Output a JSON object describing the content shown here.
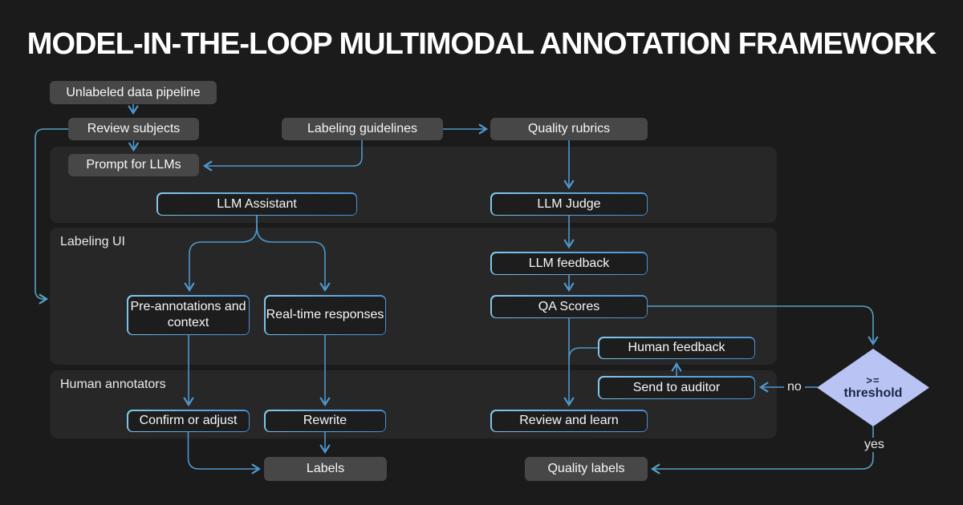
{
  "title": "MODEL-IN-THE-LOOP MULTIMODAL ANNOTATION FRAMEWORK",
  "colors": {
    "background": "#1b1b1b",
    "panel": "#272727",
    "gray_node_fill": "#474747",
    "outlined_node_fill": "#1d1d1d",
    "node_border_gradient_start": "#84c9ec",
    "node_border_gradient_end": "#4a8ed2",
    "arrow": "#4f97cb",
    "diamond_fill": "#b9c4f4",
    "diamond_text": "#1d2545",
    "text": "#f7f7f7"
  },
  "panels": {
    "llm_layer": {
      "label": ""
    },
    "labeling_ui": {
      "label": "Labeling UI"
    },
    "human_annotators": {
      "label": "Human annotators"
    }
  },
  "nodes": {
    "unlabeled_data_pipeline": {
      "label": "Unlabeled data pipeline",
      "style": "gray"
    },
    "review_subjects": {
      "label": "Review subjects",
      "style": "gray"
    },
    "labeling_guidelines": {
      "label": "Labeling guidelines",
      "style": "gray"
    },
    "quality_rubrics": {
      "label": "Quality rubrics",
      "style": "gray"
    },
    "prompt_for_llms": {
      "label": "Prompt for LLMs",
      "style": "gray"
    },
    "llm_assistant": {
      "label": "LLM Assistant",
      "style": "outlined"
    },
    "llm_judge": {
      "label": "LLM Judge",
      "style": "outlined"
    },
    "llm_feedback": {
      "label": "LLM feedback",
      "style": "outlined"
    },
    "qa_scores": {
      "label": "QA Scores",
      "style": "outlined"
    },
    "pre_annotations": {
      "label": "Pre-annotations and context",
      "style": "outlined"
    },
    "realtime_responses": {
      "label": "Real-time responses",
      "style": "outlined"
    },
    "human_feedback": {
      "label": "Human feedback",
      "style": "outlined"
    },
    "send_to_auditor": {
      "label": "Send to auditor",
      "style": "outlined"
    },
    "confirm_or_adjust": {
      "label": "Confirm or adjust",
      "style": "outlined"
    },
    "rewrite": {
      "label": "Rewrite",
      "style": "outlined"
    },
    "review_and_learn": {
      "label": "Review and learn",
      "style": "outlined"
    },
    "labels": {
      "label": "Labels",
      "style": "gray"
    },
    "quality_labels": {
      "label": "Quality labels",
      "style": "gray"
    }
  },
  "decision": {
    "line1": ">=",
    "line2": "threshold"
  },
  "branch_labels": {
    "no": "no",
    "yes": "yes"
  },
  "edges": [
    {
      "from": "unlabeled_data_pipeline",
      "to": "review_subjects"
    },
    {
      "from": "review_subjects",
      "to": "prompt_for_llms"
    },
    {
      "from": "review_subjects",
      "to": "labeling_ui_panel"
    },
    {
      "from": "labeling_guidelines",
      "to": "quality_rubrics"
    },
    {
      "from": "labeling_guidelines",
      "to": "prompt_for_llms"
    },
    {
      "from": "llm_assistant",
      "to": "pre_annotations"
    },
    {
      "from": "llm_assistant",
      "to": "realtime_responses"
    },
    {
      "from": "quality_rubrics",
      "to": "llm_judge"
    },
    {
      "from": "llm_judge",
      "to": "llm_feedback"
    },
    {
      "from": "llm_feedback",
      "to": "qa_scores"
    },
    {
      "from": "qa_scores",
      "to": "threshold_decision"
    },
    {
      "from": "qa_scores",
      "to": "review_and_learn"
    },
    {
      "from": "threshold_decision",
      "to": "send_to_auditor",
      "label": "no"
    },
    {
      "from": "threshold_decision",
      "to": "quality_labels",
      "label": "yes"
    },
    {
      "from": "send_to_auditor",
      "to": "human_feedback"
    },
    {
      "from": "human_feedback",
      "to": "review_and_learn"
    },
    {
      "from": "pre_annotations",
      "to": "confirm_or_adjust"
    },
    {
      "from": "realtime_responses",
      "to": "rewrite"
    },
    {
      "from": "confirm_or_adjust",
      "to": "labels"
    },
    {
      "from": "rewrite",
      "to": "labels"
    }
  ]
}
